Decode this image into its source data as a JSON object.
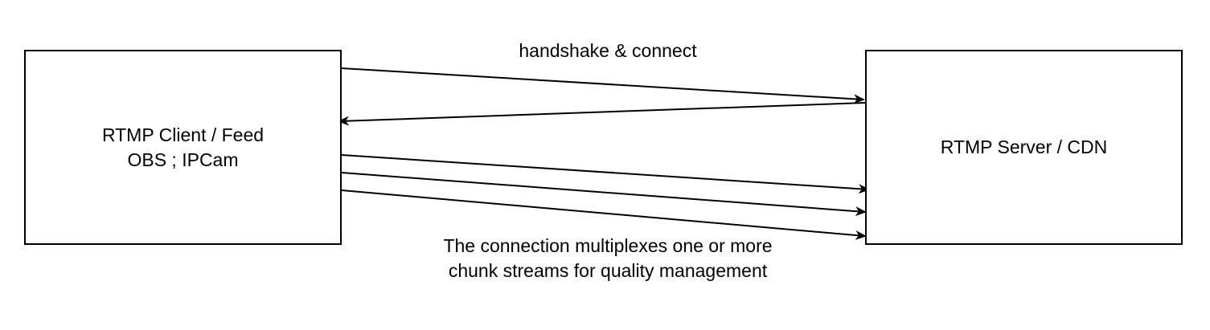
{
  "nodes": {
    "client": {
      "line1": "RTMP Client / Feed",
      "line2": "OBS ; IPCam"
    },
    "server": {
      "line1": "RTMP Server / CDN"
    }
  },
  "edge_labels": {
    "handshake": "handshake & connect",
    "multiplex": "The connection multiplexes one or more chunk streams for quality management"
  },
  "colors": {
    "stroke": "#000000",
    "background": "#ffffff"
  }
}
